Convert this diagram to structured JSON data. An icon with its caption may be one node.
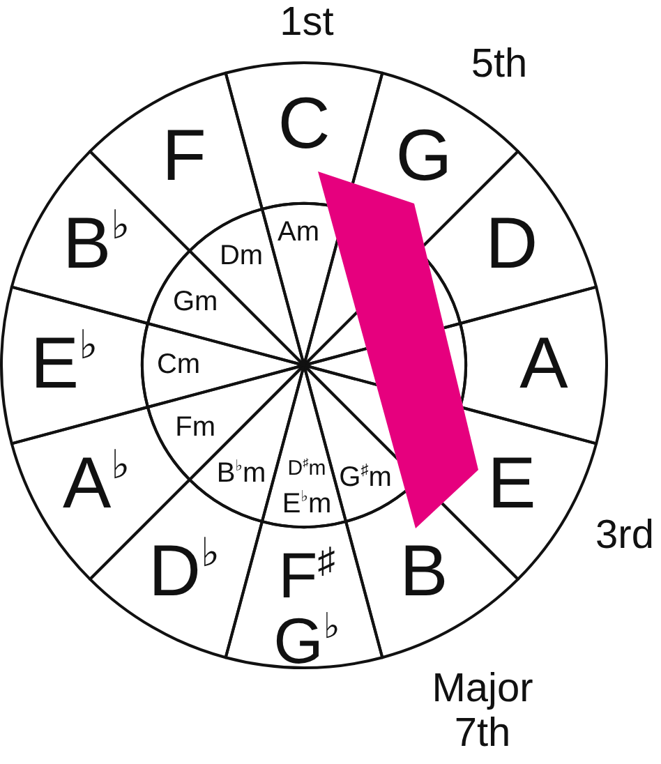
{
  "diagram": {
    "nodes": [
      {
        "text": [
          "C"
        ],
        "beside": [
          "1st"
        ]
      },
      {
        "text": [
          "G"
        ],
        "beside": [
          "5th"
        ]
      },
      {
        "text": [
          "D"
        ]
      },
      {
        "text": [
          "A"
        ]
      },
      {
        "text": [
          "E"
        ],
        "beside": [
          "3rd"
        ]
      },
      {
        "text": [
          "B"
        ],
        "beside": [
          "Major 7th"
        ]
      },
      {
        "text": [
          "F$^{♯}$",
          "G$^{♭}$"
        ]
      },
      {
        "text": [
          "D$^{♭}$"
        ]
      },
      {
        "text": [
          "A$^{♭}$"
        ]
      },
      {
        "text": [
          "E$^{♭}$"
        ]
      },
      {
        "text": [
          "B$^{♭}$"
        ]
      },
      {
        "text": [
          "F"
        ]
      },
      {
        "text": [
          "Am"
        ]
      },
      {
        "text": [],
        "shape": "sector"
      },
      {
        "text": [],
        "shape": "sector"
      },
      {
        "text": [],
        "shape": "sector"
      },
      {
        "text": [],
        "shape": "sector"
      },
      {
        "text": [
          "G$^{♯}$m"
        ]
      },
      {
        "text": [
          "D$^{♯}$m",
          "E$^{♭}$m"
        ]
      },
      {
        "text": [
          "B$^{♭}$m"
        ]
      },
      {
        "text": [
          "Fm"
        ]
      },
      {
        "text": [
          "Cm"
        ]
      },
      {
        "text": [
          "Gm"
        ]
      },
      {
        "text": [
          "Dm"
        ]
      }
    ]
  }
}
